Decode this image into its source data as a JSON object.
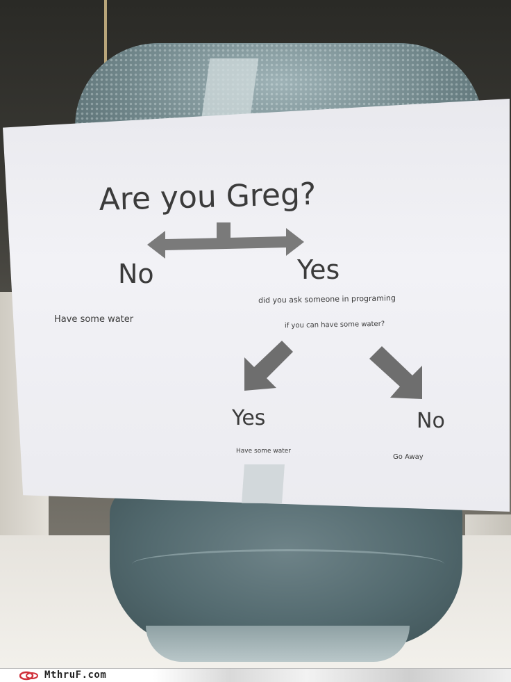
{
  "sign": {
    "title": "Are you Greg?",
    "left_answer": "No",
    "left_result": "Have some water",
    "right_answer": "Yes",
    "right_question_line1": "did you ask someone in programing",
    "right_question_line2": "if you can have some water?",
    "sub_yes": "Yes",
    "sub_yes_result": "Have some water",
    "sub_no": "No",
    "sub_no_result": "Go Away"
  },
  "watermark": {
    "text": "MthruF.com"
  },
  "colors": {
    "paper": "#efeff3",
    "ink": "#3b3b3b",
    "arrow": "#6e6e6e",
    "jug": "#5f777b"
  }
}
